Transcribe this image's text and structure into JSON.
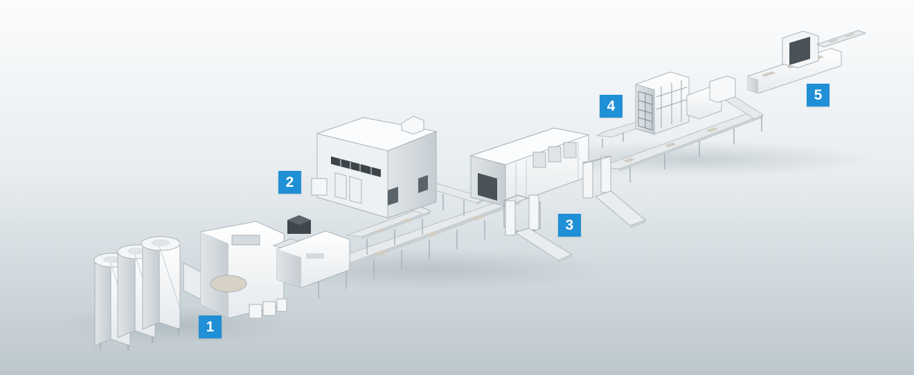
{
  "colors": {
    "badge": "#1f8fd6",
    "background_top": "#fbfcfd",
    "background_bottom": "#bcc7cd",
    "machine": "#f4f6f7",
    "machine_shade": "#d7dde0",
    "conveyor": "#e3e7ea",
    "conveyor_tile": "#cfc9bf"
  },
  "stations": [
    {
      "number": "1"
    },
    {
      "number": "2"
    },
    {
      "number": "3"
    },
    {
      "number": "4"
    },
    {
      "number": "5"
    }
  ]
}
